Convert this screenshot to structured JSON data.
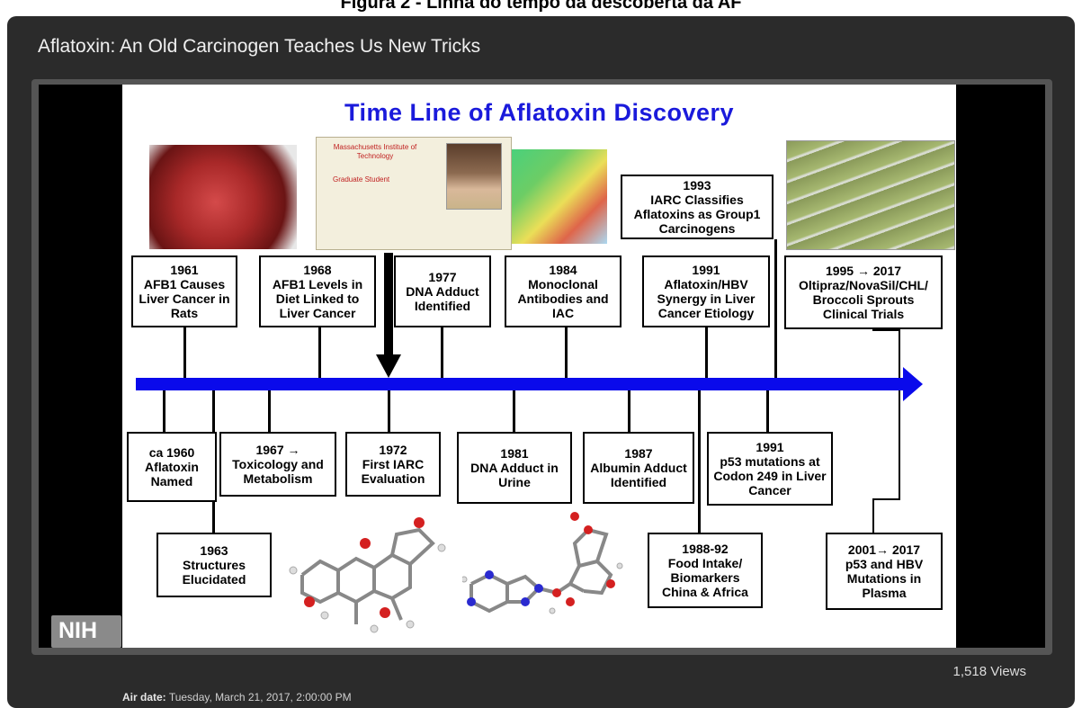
{
  "figure_caption": "Figura 2 - Linha do tempo da descoberta da AF",
  "video": {
    "title": "Aflatoxin: An Old Carcinogen Teaches Us New Tricks",
    "views": "1,518 Views",
    "air_date_label": "Air date:",
    "air_date_value": "Tuesday, March 21, 2017, 2:00:00 PM"
  },
  "slide": {
    "title": "Time Line of Aflatoxin Discovery",
    "logo_text": "NIH",
    "id_card": {
      "institution": "Massachusetts Institute of Technology",
      "role": "Graduate Student"
    },
    "events_above": [
      {
        "year": "1961",
        "text": "AFB1 Causes Liver Cancer in Rats"
      },
      {
        "year": "1968",
        "text": "AFB1 Levels in Diet Linked to Liver Cancer"
      },
      {
        "year": "1977",
        "text": "DNA Adduct Identified"
      },
      {
        "year": "1984",
        "text": "Monoclonal Antibodies and IAC"
      },
      {
        "year": "1991",
        "text": "Aflatoxin/HBV Synergy in Liver Cancer Etiology"
      },
      {
        "year": "1993",
        "text": "IARC Classifies Aflatoxins as Group1 Carcinogens"
      },
      {
        "year": "1995 → 2017",
        "text": "Oltipraz/NovaSil/CHL/ Broccoli Sprouts Clinical Trials"
      }
    ],
    "events_below": [
      {
        "year": "ca 1960",
        "text": "Aflatoxin Named"
      },
      {
        "year": "1967 →",
        "text": "Toxicology and Metabolism"
      },
      {
        "year": "1972",
        "text": "First IARC Evaluation"
      },
      {
        "year": "1981",
        "text": "DNA Adduct in Urine"
      },
      {
        "year": "1987",
        "text": "Albumin Adduct Identified"
      },
      {
        "year": "1991",
        "text": "p53 mutations at Codon 249 in Liver Cancer"
      }
    ],
    "events_bottom": [
      {
        "year": "1963",
        "text": "Structures Elucidated"
      },
      {
        "year": "1988-92",
        "text": "Food Intake/ Biomarkers China & Africa"
      },
      {
        "year": "2001→ 2017",
        "text": "p53 and HBV Mutations in Plasma"
      }
    ]
  }
}
